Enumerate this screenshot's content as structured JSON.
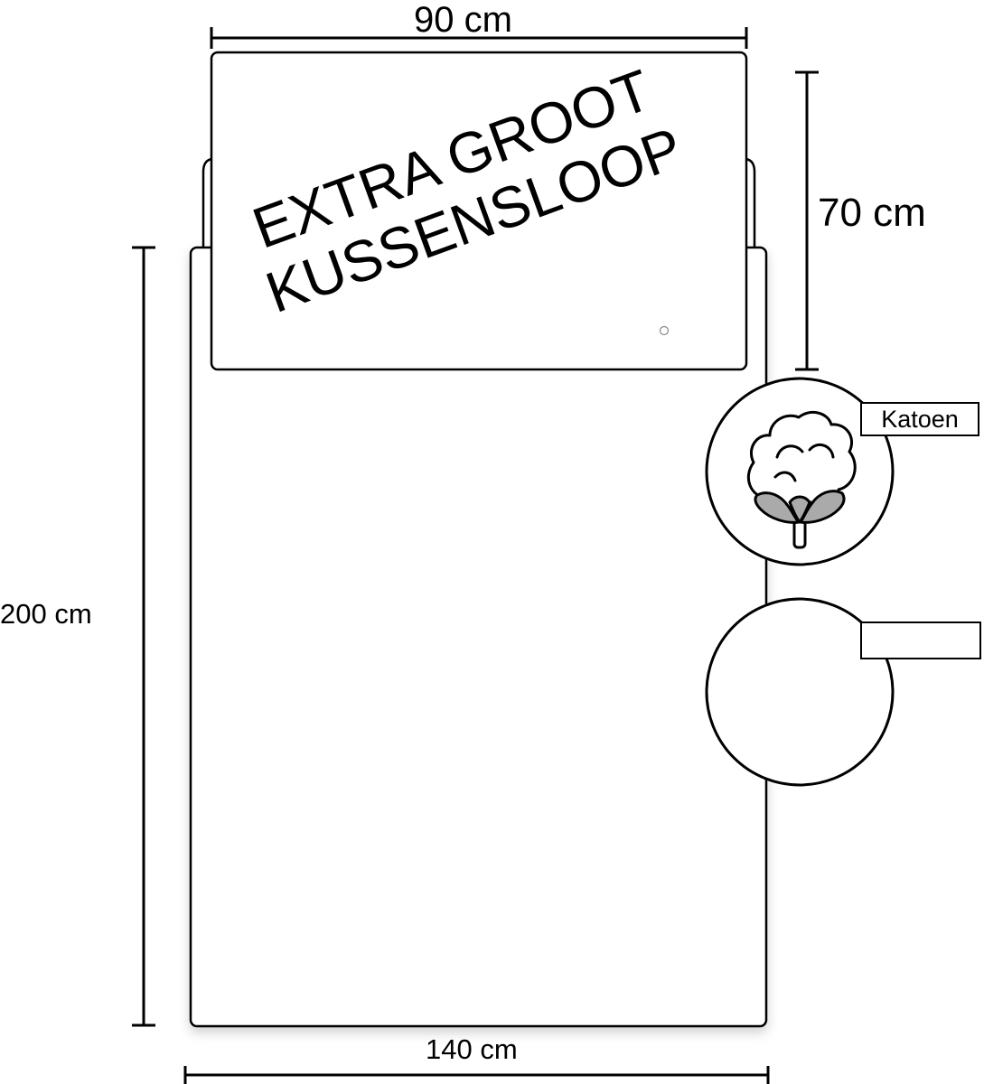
{
  "dimensions": {
    "pillow_width": "90 cm",
    "pillow_height": "70 cm",
    "duvet_height": "200 cm",
    "duvet_width": "140 cm"
  },
  "pillow": {
    "title_line1": "EXTRA GROOT",
    "title_line2": "KUSSENSLOOP"
  },
  "material": {
    "label": "Katoen",
    "icon": "cotton-flower-icon"
  },
  "second_badge": {
    "label": ""
  },
  "colors": {
    "stroke": "#000000",
    "fill": "#ffffff",
    "cotton_shade": "#aaaaaa"
  }
}
